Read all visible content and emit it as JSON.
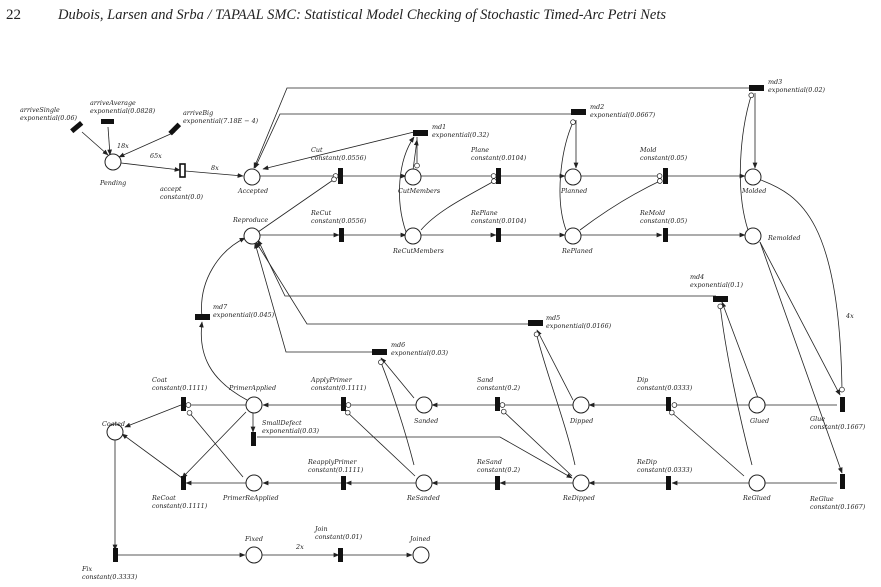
{
  "header": {
    "page_number": "22",
    "title": "Dubois, Larsen and Srba / TAPAAL SMC: Statistical Model Checking of Stochastic Timed-Arc Petri Nets"
  },
  "places": [
    {
      "id": "pending",
      "label": "Pending"
    },
    {
      "id": "accepted",
      "label": "Accepted"
    },
    {
      "id": "cutmembers",
      "label": "CutMembers"
    },
    {
      "id": "planned",
      "label": "Planned"
    },
    {
      "id": "molded",
      "label": "Molded"
    },
    {
      "id": "reproduce",
      "label": "Reproduce"
    },
    {
      "id": "recutmembers",
      "label": "ReCutMembers"
    },
    {
      "id": "replaned",
      "label": "RePlaned"
    },
    {
      "id": "remolded",
      "label": "Remolded"
    },
    {
      "id": "primerapplied",
      "label": "PrimerApplied"
    },
    {
      "id": "sanded",
      "label": "Sanded"
    },
    {
      "id": "dipped",
      "label": "Dipped"
    },
    {
      "id": "glued",
      "label": "Glued"
    },
    {
      "id": "coated",
      "label": "Coated"
    },
    {
      "id": "primerreapplied",
      "label": "PrimerReApplied"
    },
    {
      "id": "resanded",
      "label": "ReSanded"
    },
    {
      "id": "redipped",
      "label": "ReDipped"
    },
    {
      "id": "reglued",
      "label": "ReGlued"
    },
    {
      "id": "fixed",
      "label": "Fixed"
    },
    {
      "id": "joined",
      "label": "Joined"
    }
  ],
  "transitions": [
    {
      "id": "arrivesingle",
      "name": "arriveSingle",
      "dist": "exponential(0.06)"
    },
    {
      "id": "arriveaverage",
      "name": "arriveAverage",
      "dist": "exponential(0.0828)"
    },
    {
      "id": "arrivebig",
      "name": "arriveBig",
      "dist": "exponential(7.18E − 4)"
    },
    {
      "id": "accept",
      "name": "accept",
      "dist": "constant(0.0)"
    },
    {
      "id": "cut",
      "name": "Cut",
      "dist": "constant(0.0556)"
    },
    {
      "id": "plane",
      "name": "Plane",
      "dist": "constant(0.0104)"
    },
    {
      "id": "mold",
      "name": "Mold",
      "dist": "constant(0.05)"
    },
    {
      "id": "recut",
      "name": "ReCut",
      "dist": "constant(0.0556)"
    },
    {
      "id": "replane",
      "name": "RePlane",
      "dist": "constant(0.0104)"
    },
    {
      "id": "remold",
      "name": "ReMold",
      "dist": "constant(0.05)"
    },
    {
      "id": "md1",
      "name": "md1",
      "dist": "exponential(0.32)"
    },
    {
      "id": "md2",
      "name": "md2",
      "dist": "exponential(0.0667)"
    },
    {
      "id": "md3",
      "name": "md3",
      "dist": "exponential(0.02)"
    },
    {
      "id": "md4",
      "name": "md4",
      "dist": "exponential(0.1)"
    },
    {
      "id": "md5",
      "name": "md5",
      "dist": "exponential(0.0166)"
    },
    {
      "id": "md6",
      "name": "md6",
      "dist": "exponential(0.03)"
    },
    {
      "id": "md7",
      "name": "md7",
      "dist": "exponential(0.045)"
    },
    {
      "id": "coat",
      "name": "Coat",
      "dist": "constant(0.1111)"
    },
    {
      "id": "applyprimer",
      "name": "ApplyPrimer",
      "dist": "constant(0.1111)"
    },
    {
      "id": "sand",
      "name": "Sand",
      "dist": "constant(0.2)"
    },
    {
      "id": "dip",
      "name": "Dip",
      "dist": "constant(0.0333)"
    },
    {
      "id": "glue",
      "name": "Glue",
      "dist": "constant(0.1667)"
    },
    {
      "id": "smalldefect",
      "name": "SmallDefect",
      "dist": "exponential(0.03)"
    },
    {
      "id": "recoat",
      "name": "ReCoat",
      "dist": "constant(0.1111)"
    },
    {
      "id": "reapplyprimer",
      "name": "ReapplyPrimer",
      "dist": "constant(0.1111)"
    },
    {
      "id": "resand",
      "name": "ReSand",
      "dist": "constant(0.2)"
    },
    {
      "id": "redip",
      "name": "ReDip",
      "dist": "constant(0.0333)"
    },
    {
      "id": "reglue",
      "name": "ReGlue",
      "dist": "constant(0.1667)"
    },
    {
      "id": "fix",
      "name": "Fix",
      "dist": "constant(0.3333)"
    },
    {
      "id": "join",
      "name": "Join",
      "dist": "constant(0.01)"
    }
  ],
  "weights": {
    "arrive_average": "18x",
    "arrive_big": "65x",
    "accept": "8x",
    "glue": "4x",
    "fix_join": "2x"
  }
}
